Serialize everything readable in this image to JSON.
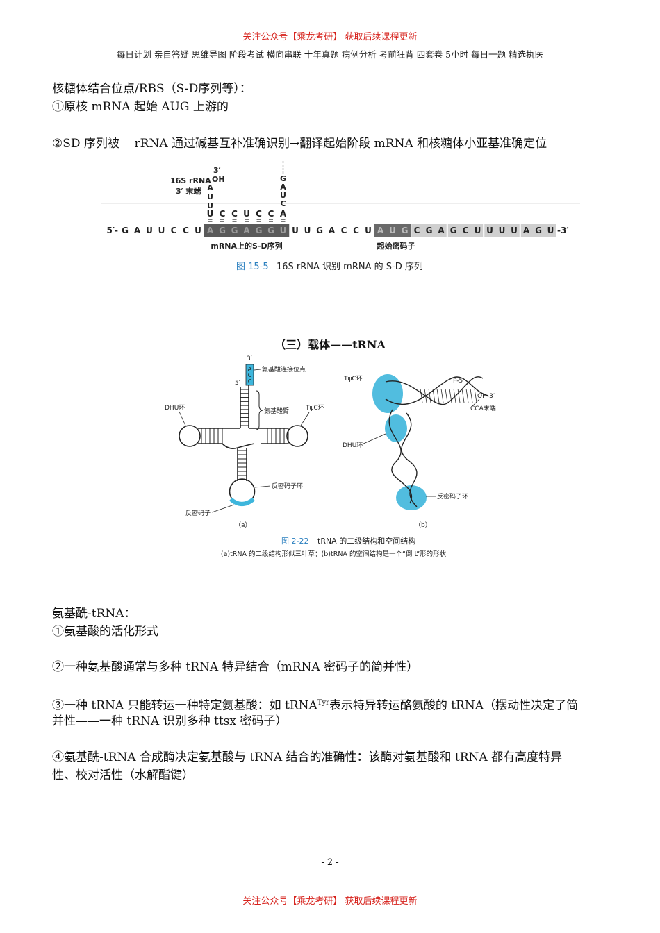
{
  "header": {
    "promo": "关注公众号【乘龙考研】 获取后续课程更新",
    "menu": "每日计划 亲自答疑 思维导图 阶段考试 横向串联 十年真题 病例分析 考前狂背 四套卷 5小时 每日一题 精选执医"
  },
  "rbs": {
    "heading": "核糖体结合位点/RBS（S-D序列等）：",
    "item1": "①原核 mRNA 起始 AUG 上游的",
    "item2": "②SD 序列被    rRNA 通过碱基互补准确识别→翻译起始阶段 mRNA 和核糖体小亚基准确定位"
  },
  "figure_sd": {
    "label_16s": "16S rRNA",
    "label_3end": "3′ 末端",
    "label_3prime": "3′",
    "label_oh": "OH",
    "rrna_vertical_bases": [
      "A",
      "U",
      "U"
    ],
    "rrna_paired_bases": [
      "U",
      "C",
      "C",
      "U",
      "C",
      "C",
      "A"
    ],
    "rrna_tail_bases": [
      "G",
      "A",
      "U",
      "C"
    ],
    "mrna_5": "5′-",
    "mrna_lead": [
      "G",
      "A",
      "U",
      "U",
      "C",
      "C",
      "U"
    ],
    "mrna_sd": [
      "A",
      "G",
      "G",
      "A",
      "G",
      "G",
      "U"
    ],
    "mrna_spacer": [
      "U",
      "U",
      "G",
      "A",
      "C",
      "C",
      "U"
    ],
    "mrna_start": [
      "A",
      "U",
      "G"
    ],
    "mrna_codons": [
      "C",
      "G",
      "A",
      "G",
      "C",
      "U",
      "U",
      "U",
      "U",
      "A",
      "G",
      "U"
    ],
    "mrna_3": "-3′",
    "label_sd": "mRNA上的S-D序列",
    "label_start": "起始密码子",
    "caption_num": "图 15-5",
    "caption_text": "16S rRNA 识别 mRNA 的 S-D 序列"
  },
  "section": {
    "title": "（三）载体——tRNA"
  },
  "figure_trna": {
    "label_3": "3′",
    "label_5": "5′",
    "acc_bases": [
      "A",
      "C",
      "C"
    ],
    "label_aa_site": "氨基酸连接位点",
    "label_acceptor_arm": "氨基酸臂",
    "label_dhu": "DHU环",
    "label_tpsic": "TψC环",
    "label_anticodon_loop": "反密码子环",
    "label_anticodon": "反密码子",
    "label_a": "（a）",
    "label_b": "（b）",
    "label_b_tpsic": "TψC环",
    "label_b_p5": "P-5′",
    "label_b_oh3": "OH-3′",
    "label_b_cca": "CCA末端",
    "label_b_dhu": "DHU环",
    "label_b_anticodon_loop": "反密码子环",
    "caption_num": "图 2-22",
    "caption_text": "tRNA 的二级结构和空间结构",
    "subcaption": "(a)tRNA 的二级结构形似三叶草；(b)tRNA 的空间结构是一个“倒 L”形的形状"
  },
  "aminoacyl": {
    "heading": "氨基酰-tRNA：",
    "item1": "①氨基酸的活化形式",
    "item2": "②一种氨基酸通常与多种 tRNA 特异结合（mRNA 密码子的简并性）",
    "item3_pre": "③一种 tRNA 只能转运一种特定氨基酸：如 tRNA",
    "item3_sup": "Tyr",
    "item3_post": "表示特异转运酪氨酸的 tRNA（摆动性决定了简",
    "item3_line2": "并性——一种 tRNA 识别多种 ttsx 密码子）",
    "item4_line1": "④氨基酰-tRNA 合成酶决定氨基酸与 tRNA 结合的准确性：该酶对氨基酸和 tRNA 都有高度特异",
    "item4_line2": "性、校对活性（水解酯键）"
  },
  "footer": {
    "page_number": "- 2 -",
    "promo": "关注公众号【乘龙考研】 获取后续课程更新"
  }
}
